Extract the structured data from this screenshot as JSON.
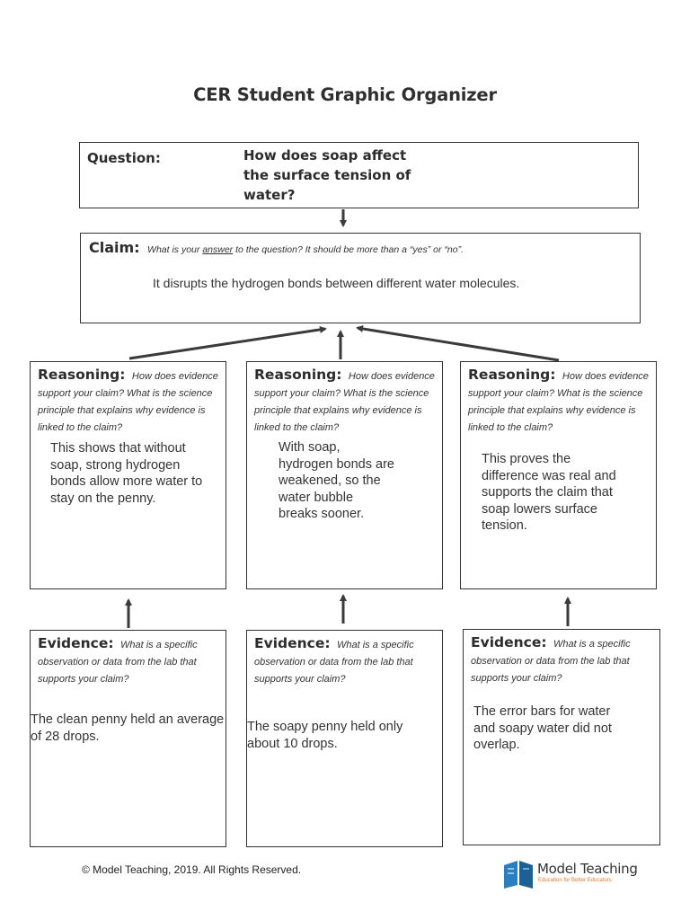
{
  "title": "CER Student Graphic Organizer",
  "question": {
    "label": "Question:",
    "text": "How does soap affect the surface tension of water?"
  },
  "claim": {
    "label": "Claim:",
    "hint_before": "What is your ",
    "hint_underlined": "answer",
    "hint_after": " to the question?  It should be more than a “yes” or “no”.",
    "text": "It disrupts the hydrogen bonds between different water molecules."
  },
  "reasoning": [
    {
      "label": "Reasoning:",
      "hint": "How does evidence support your claim? What is the science principle that explains why evidence is linked to the claim?",
      "text": "This shows that without soap, strong hydrogen bonds allow more water to stay on the penny."
    },
    {
      "label": "Reasoning:",
      "hint": "How does evidence support your claim? What is the science principle that explains why evidence is linked to the claim?",
      "text": "With soap, hydrogen bonds are weakened, so the water bubble breaks sooner."
    },
    {
      "label": "Reasoning:",
      "hint": "How does evidence support your claim? What is the science principle that explains why evidence is linked to the claim?",
      "text": "This proves the difference was real and supports the claim that soap lowers surface tension."
    }
  ],
  "evidence": [
    {
      "label": "Evidence:",
      "hint": "What is a specific observation or data from the lab that supports your claim?",
      "text": "The clean penny held an average of 28 drops."
    },
    {
      "label": "Evidence:",
      "hint": "What is a specific observation or data from the lab that supports your claim?",
      "text": "The soapy penny held only about 10 drops."
    },
    {
      "label": "Evidence:",
      "hint": "What is a specific observation or data from the lab that supports your claim?",
      "text": "The error bars for water and soapy water did not overlap."
    }
  ],
  "footer": {
    "copyright": "© Model Teaching, 2019.  All Rights Reserved.",
    "logo_name": "Model Teaching",
    "logo_tagline": "Education for Better Educators",
    "logo_icon": "open-book-icon",
    "logo_color": "#2a7fc1",
    "tagline_color": "#e07a2a"
  },
  "arrow_color": "#3a3a3a"
}
